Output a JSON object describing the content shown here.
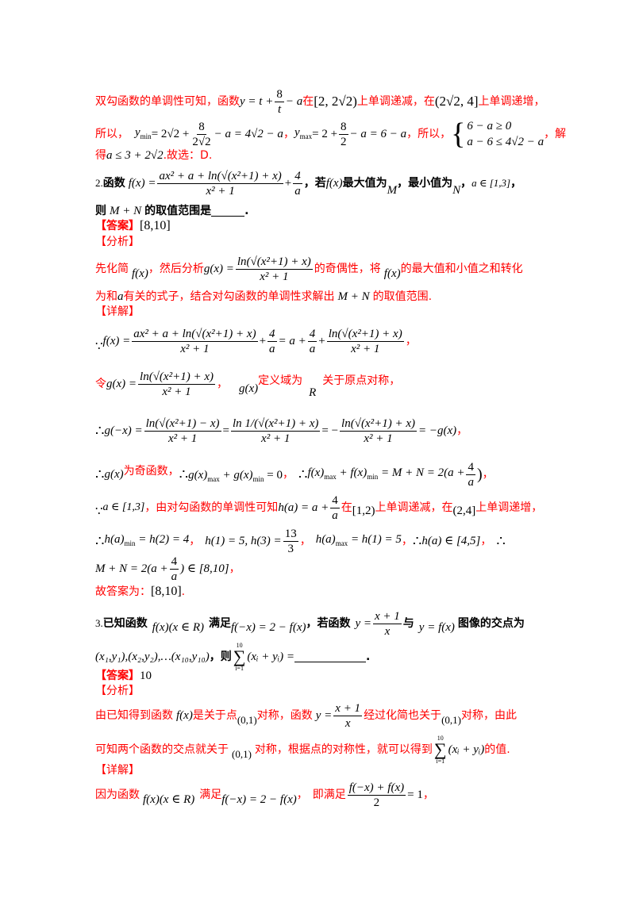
{
  "colors": {
    "accent_red": "#ff0000",
    "text": "#000000"
  },
  "prev_solution": {
    "l1_a": "双勾函数的单调性可知，函数",
    "l1_expr_y": "y = t + ",
    "l1_frac_num": "8",
    "l1_frac_den": "t",
    "l1_expr_tail": " − a",
    "l1_b": "在",
    "l1_interval1": "[2, 2√2)",
    "l1_c": "上单调递减，在",
    "l1_interval2": "(2√2, 4]",
    "l1_d": "上单调递增，",
    "l2_a": "所以，",
    "l2_ymin_lhs": "y",
    "l2_ymin_sub": "min",
    "l2_ymin_eq": " = 2√2 + ",
    "l2_ymin_frac_num": "8",
    "l2_ymin_frac_den": "2√2",
    "l2_ymin_tail": " − a = 4√2 − a",
    "l2_comma": "，",
    "l2_ymax_lhs": "y",
    "l2_ymax_sub": "max",
    "l2_ymax_eq": " = 2 + ",
    "l2_ymax_frac_num": "8",
    "l2_ymax_frac_den": "2",
    "l2_ymax_tail": " − a = 6 − a",
    "l2_b": "，所以，",
    "l2_sys_row1": "6 − a ≥ 0",
    "l2_sys_row2": "a − 6 ≤ 4√2 − a",
    "l2_c": "，解",
    "l3_a": "得",
    "l3_expr": "a ≤ 3 + 2√2",
    "l3_b": ".故选：D."
  },
  "q2": {
    "number": "2.",
    "stem_a": "函数",
    "f_lhs": "f(x) = ",
    "f_num": "ax² + a + ln(√(x²+1) + x)",
    "f_den": "x² + 1",
    "f_plus": " + ",
    "f_frac2_num": "4",
    "f_frac2_den": "a",
    "stem_b": "，若",
    "stem_fx": "f(x)",
    "stem_c": "最大值为",
    "stem_M": "M",
    "stem_d": "，最小值为",
    "stem_N": "N",
    "stem_e": "，",
    "stem_range": "a ∈ [1,3]",
    "stem_f": "，",
    "line2_a": "则",
    "line2_expr": "M + N",
    "line2_b": "的取值范围是",
    "line2_end": ".",
    "answer_label": "【答案】",
    "answer_value": "[8,10]",
    "analysis_label": "【分析】",
    "analysis_l1_a": "先化简",
    "analysis_l1_fx": "f(x)",
    "analysis_l1_b": "，然后分析",
    "analysis_l1_g": "g(x) = ",
    "analysis_l1_g_num": "ln(√(x²+1) + x)",
    "analysis_l1_g_den": "x² + 1",
    "analysis_l1_c": "的奇偶性，将",
    "analysis_l1_fx2": "f(x)",
    "analysis_l1_d": "的最大值和小值之和转化",
    "analysis_l2_a": "为和",
    "analysis_l2_var": "a",
    "analysis_l2_b": "有关的式子，结合对勾函数的单调性求解出",
    "analysis_l2_expr": "M + N",
    "analysis_l2_c": "的取值范围.",
    "detail_label": "【详解】",
    "d1_because": "∵",
    "d1_lhs": "f(x) = ",
    "d1_num": "ax² + a + ln(√(x²+1) + x)",
    "d1_den": "x² + 1",
    "d1_mid": " + ",
    "d1_f2_num": "4",
    "d1_f2_den": "a",
    "d1_eq": " = a + ",
    "d1_f3_num": "4",
    "d1_f3_den": "a",
    "d1_plus": " + ",
    "d1_f4_num": "ln(√(x²+1) + x)",
    "d1_f4_den": "x² + 1",
    "d1_end": "，",
    "d2_a": "令",
    "d2_lhs": "g(x) = ",
    "d2_num": "ln(√(x²+1) + x)",
    "d2_den": "x² + 1",
    "d2_comma": "，",
    "d2_gx": "g(x)",
    "d2_b": "定义域为",
    "d2_R": "R",
    "d2_c": "关于原点对称，",
    "d3_therefore": "∴",
    "d3_lhs": "g(−x) = ",
    "d3_f1_num": "ln(√(x²+1) − x)",
    "d3_f1_den": "x² + 1",
    "d3_eq1": " = ",
    "d3_f2_num": "ln 1/(√(x²+1) + x)",
    "d3_f2_den": "x² + 1",
    "d3_eq2": " = −",
    "d3_f3_num": "ln(√(x²+1) + x)",
    "d3_f3_den": "x² + 1",
    "d3_tail": " = −g(x)",
    "d3_end": "，",
    "d4_therefore": "∴",
    "d4_gx": "g(x)",
    "d4_a": "为奇函数，",
    "d4_therefore2": "∴",
    "d4_expr1": "g(x)",
    "d4_sub_max": "max",
    "d4_plus": " + g(x)",
    "d4_sub_min": "min",
    "d4_eq0": " = 0",
    "d4_comma": "，",
    "d4_therefore3": "∴",
    "d4_expr2": "f(x)",
    "d4_sub_max2": "max",
    "d4_plus2": " + f(x)",
    "d4_sub_min2": "min",
    "d4_eq": " = M + N = 2(a + ",
    "d4_frac_num": "4",
    "d4_frac_den": "a",
    "d4_close": ")",
    "d4_end": "，",
    "d5_because": "∵",
    "d5_range": "a ∈ [1,3]",
    "d5_a": "，由对勾函数的单调性可知",
    "d5_h": "h(a) = a + ",
    "d5_frac_num": "4",
    "d5_frac_den": "a",
    "d5_b": "在",
    "d5_int1": "[1,2)",
    "d5_c": "上单调递减，在",
    "d5_int2": "(2,4]",
    "d5_d": "上单调递增，",
    "d6_therefore": "∴",
    "d6_hmin": "h(a)",
    "d6_sub_min": "min",
    "d6_hmin_eq": " = h(2) = 4",
    "d6_comma1": "，",
    "d6_h13": "h(1) = 5, h(3) = ",
    "d6_frac_num": "13",
    "d6_frac_den": "3",
    "d6_comma2": "，",
    "d6_hmax": "h(a)",
    "d6_sub_max": "max",
    "d6_hmax_eq": " = h(1) = 5",
    "d6_comma3": "，",
    "d6_therefore2": "∴",
    "d6_hrange": "h(a) ∈ [4,5]",
    "d6_comma4": "，",
    "d6_therefore3": "∴",
    "d7_expr": "M + N = 2(a + ",
    "d7_frac_num": "4",
    "d7_frac_den": "a",
    "d7_tail": ") ∈ [8,10]",
    "d7_end": "，",
    "conclusion_a": "故答案为：",
    "conclusion_value": "[8,10]",
    "conclusion_end": "."
  },
  "q3": {
    "number": "3.",
    "stem_a": "已知函数",
    "stem_f": "f(x)(x ∈ R)",
    "stem_b": "满足",
    "stem_cond": "f(−x) = 2 − f(x)",
    "stem_c": "，若函数",
    "stem_y": "y = ",
    "stem_frac_num": "x + 1",
    "stem_frac_den": "x",
    "stem_d": "与",
    "stem_yf": "y = f(x)",
    "stem_e": "图像的交点为",
    "line2_points": "(x₁,y₁),(x₂,y₂),…(x₁₀,y₁₀)",
    "line2_a": "，则",
    "line2_sum_top": "10",
    "line2_sum_bot": "i=1",
    "line2_sum_body": "(xᵢ + yᵢ) = ",
    "line2_end": ".",
    "answer_label": "【答案】",
    "answer_value": "10",
    "analysis_label": "【分析】",
    "an_l1_a": "由已知得到函数",
    "an_l1_fx": "f(x)",
    "an_l1_b": "是关于点",
    "an_l1_pt": "(0,1)",
    "an_l1_c": "对称，函数",
    "an_l1_y": "y = ",
    "an_l1_frac_num": "x + 1",
    "an_l1_frac_den": "x",
    "an_l1_d": "经过化简也关于",
    "an_l1_pt2": "(0,1)",
    "an_l1_e": "对称，由此",
    "an_l2_a": "可知两个函数的交点就关于",
    "an_l2_pt": "(0,1)",
    "an_l2_b": "对称，根据点的对称性，就可以得到",
    "an_l2_sum_top": "10",
    "an_l2_sum_bot": "i=1",
    "an_l2_sum_body": "(xᵢ + yᵢ)",
    "an_l2_c": "的值.",
    "detail_label": "【详解】",
    "d1_a": "因为函数",
    "d1_f": "f(x)(x ∈ R)",
    "d1_b": "满足",
    "d1_cond": "f(−x) = 2 − f(x)",
    "d1_comma": "，",
    "d1_c": "即满足",
    "d1_frac_num": "f(−x) + f(x)",
    "d1_frac_den": "2",
    "d1_tail": " = 1",
    "d1_end": "，"
  }
}
